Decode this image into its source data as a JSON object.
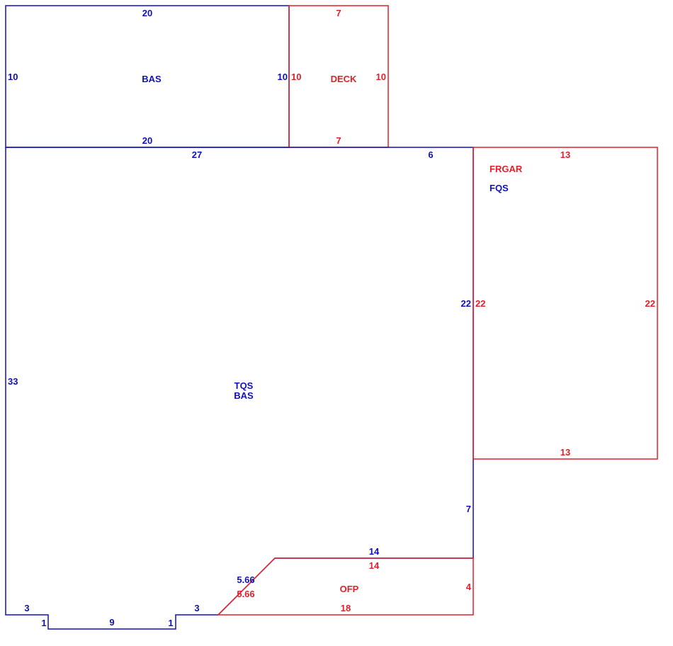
{
  "colors": {
    "blue": "#1010b8",
    "red": "#e0202a"
  },
  "areas": {
    "bas_upper": {
      "label": "BAS"
    },
    "deck": {
      "label": "DECK"
    },
    "main": {
      "label_top": "TQS",
      "label_bottom": "BAS"
    },
    "garage": {
      "label_top": "FRGAR",
      "label_bottom": "FQS"
    },
    "porch": {
      "label": "OFP"
    }
  },
  "dimensions": {
    "bas_upper_top": "20",
    "bas_upper_bottom": "20",
    "bas_upper_left": "10",
    "bas_upper_right": "10",
    "deck_top": "7",
    "deck_bottom": "7",
    "deck_left": "10",
    "deck_right": "10",
    "main_top_left": "27",
    "main_top_right": "6",
    "main_left": "33",
    "main_right_upper": "22",
    "main_right_lower": "7",
    "main_bottom_left": "3",
    "notch_left": "1",
    "notch_bottom": "9",
    "notch_right": "1",
    "main_bottom_right": "3",
    "main_diagonal": "5.66",
    "main_porch_top": "14",
    "garage_top": "13",
    "garage_bottom": "13",
    "garage_left": "22",
    "garage_right": "22",
    "porch_top": "14",
    "porch_diagonal": "5.66",
    "porch_right": "4",
    "porch_bottom": "18"
  }
}
